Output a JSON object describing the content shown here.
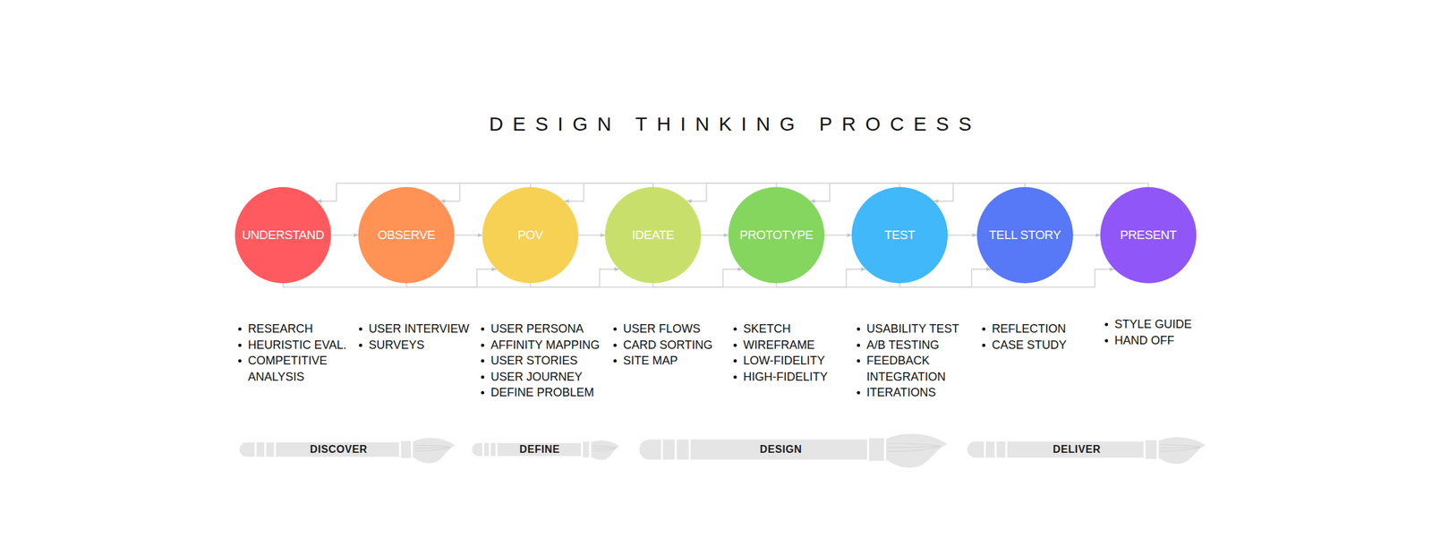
{
  "diagram": {
    "title": "DESIGN THINKING PROCESS",
    "nodes": [
      {
        "text": [
          "UNDERSTAND"
        ]
      },
      {
        "text": [
          "OBSERVE"
        ]
      },
      {
        "text": [
          "POV"
        ]
      },
      {
        "text": [
          "IDEATE"
        ]
      },
      {
        "text": [
          "PROTOTYPE"
        ]
      },
      {
        "text": [
          "TEST"
        ]
      },
      {
        "text": [
          "TELL STORY"
        ]
      },
      {
        "text": [
          "PRESENT"
        ]
      },
      {
        "text": [
          "DISCOVER"
        ]
      },
      {
        "text": [
          "DEFINE"
        ]
      },
      {
        "text": [
          "DESIGN"
        ]
      },
      {
        "text": [
          "DELIVER"
        ]
      }
    ],
    "edges": [
      {
        "from": 0,
        "to": 1,
        "arrow": "to"
      },
      {
        "from": 1,
        "to": 2,
        "arrow": "to"
      },
      {
        "from": 2,
        "to": 3,
        "arrow": "to"
      },
      {
        "from": 3,
        "to": 4,
        "arrow": "to"
      },
      {
        "from": 4,
        "to": 5,
        "arrow": "to"
      },
      {
        "from": 5,
        "to": 6,
        "arrow": "to"
      },
      {
        "from": 6,
        "to": 7,
        "arrow": "to"
      },
      {
        "from": 2,
        "to": 0,
        "arrow": "to"
      },
      {
        "from": 3,
        "to": 1,
        "arrow": "to"
      },
      {
        "from": 4,
        "to": 2,
        "arrow": "to"
      },
      {
        "from": 5,
        "to": 3,
        "arrow": "to"
      },
      {
        "from": 6,
        "to": 4,
        "arrow": "to"
      },
      {
        "from": 7,
        "to": 5,
        "arrow": "to"
      },
      {
        "from": 0,
        "to": 2,
        "arrow": "to"
      },
      {
        "from": 1,
        "to": 3,
        "arrow": "to"
      },
      {
        "from": 2,
        "to": 4,
        "arrow": "to"
      },
      {
        "from": 3,
        "to": 5,
        "arrow": "to"
      },
      {
        "from": 4,
        "to": 6,
        "arrow": "to"
      },
      {
        "from": 5,
        "to": 7,
        "arrow": "to"
      }
    ],
    "labels": [
      "RESEARCH",
      "HEURISTIC EVAL.",
      "COMPETITIVE ANALYSIS",
      "USER INTERVIEW",
      "SURVEYS",
      "USER PERSONA",
      "AFFINITY MAPPING",
      "USER STORIES",
      "USER JOURNEY",
      "DEFINE PROBLEM",
      "USER FLOWS",
      "CARD SORTING",
      "SITE MAP",
      "SKETCH",
      "WIREFRAME",
      "LOW-FIDELITY",
      "HIGH-FIDELITY",
      "USABILITY TEST",
      "A/B TESTING",
      "FEEDBACK INTEGRATION",
      "ITERATIONS",
      "REFLECTION",
      "CASE STUDY",
      "STYLE GUIDE",
      "HAND OFF"
    ]
  }
}
